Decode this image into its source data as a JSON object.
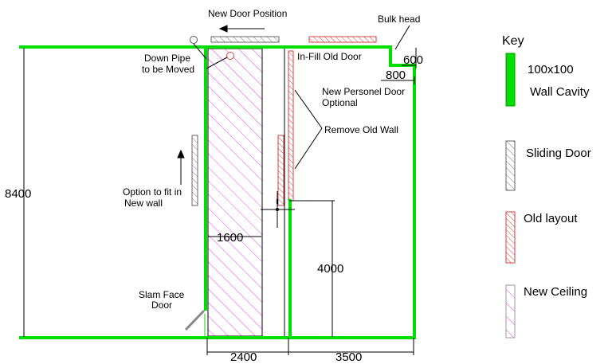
{
  "labels": {
    "new_door_position": "New Door Position",
    "bulk_head": "Bulk head",
    "down_pipe_line1": "Down Pipe",
    "down_pipe_line2": "to be Moved",
    "infill_old_door": "In-Fill Old Door",
    "new_personel_door_line1": "New Personel Door",
    "new_personel_door_line2": "Optional",
    "remove_old_wall": "Remove Old Wall",
    "option_fit_line1": "Option to fit in",
    "option_fit_line2": "New wall",
    "slam_face_line1": "Slam Face",
    "slam_face_line2": "Door"
  },
  "dimensions": {
    "height_total": "8400",
    "bulkhead_width": "600",
    "bulkhead_depth": "800",
    "inner_width": "1600",
    "wall_height": "4000",
    "left_bay": "2400",
    "right_bay": "3500"
  },
  "key": {
    "title": "Key",
    "wall_cavity_line1": "100x100",
    "wall_cavity_line2": "Wall Cavity",
    "sliding_door": "Sliding Door",
    "old_layout": "Old layout",
    "new_ceiling": "New Ceiling"
  },
  "colors": {
    "wall_green": "#00dd00",
    "old_layout_red": "#e04040",
    "sliding_gray": "#888888",
    "ceiling_magenta": "#ee44ee"
  }
}
